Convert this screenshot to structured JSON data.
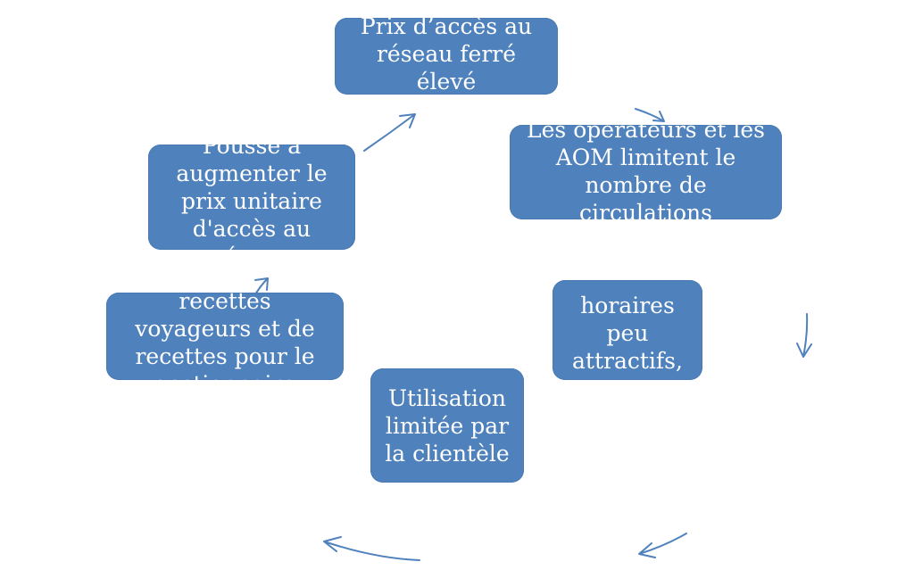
{
  "diagram": {
    "nodes": [
      {
        "id": "n1",
        "text": "Prix d’accès au\nréseau ferré\nélevé"
      },
      {
        "id": "n2",
        "text": "Les opérateurs et les\nAOM limitent le\nnombre de\ncirculations"
      },
      {
        "id": "n3",
        "text": "horaires\npeu\nattractifs,\npeu"
      },
      {
        "id": "n4",
        "text": "Utilisation\nlimitée par\nla clientèle"
      },
      {
        "id": "n5",
        "text": "recettes\nvoyageurs et de\nrecettes pour le\ngestionnaire"
      },
      {
        "id": "n6",
        "text": "Pousse à\naugmenter le\nprix unitaire\nd'accès au\nréseau"
      }
    ],
    "colors": {
      "box_fill": "#4f81bd",
      "box_text": "#ffffff",
      "arrow": "#4f81bd",
      "background": "#ffffff"
    }
  }
}
